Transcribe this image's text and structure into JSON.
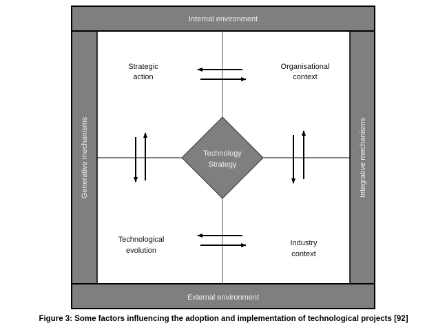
{
  "diagram": {
    "top_bar": "Internal environment",
    "bottom_bar": "External environment",
    "left_bar": "Generative mechanisms",
    "right_bar": "Integrative mechanisms",
    "center": [
      "Technology",
      "Strategy"
    ],
    "quadrants": {
      "top_left": [
        "Strategic",
        "action"
      ],
      "top_right": [
        "Organisational",
        "context"
      ],
      "bottom_left": [
        "Technological",
        "evolution"
      ],
      "bottom_right": [
        "Industry",
        "context"
      ]
    },
    "colors": {
      "bar": "#7f7f7f",
      "diamond": "#7f7f7f",
      "border": "#000000"
    }
  },
  "caption": "Figure 3: Some factors influencing the adoption and implementation of technological projects [92]"
}
